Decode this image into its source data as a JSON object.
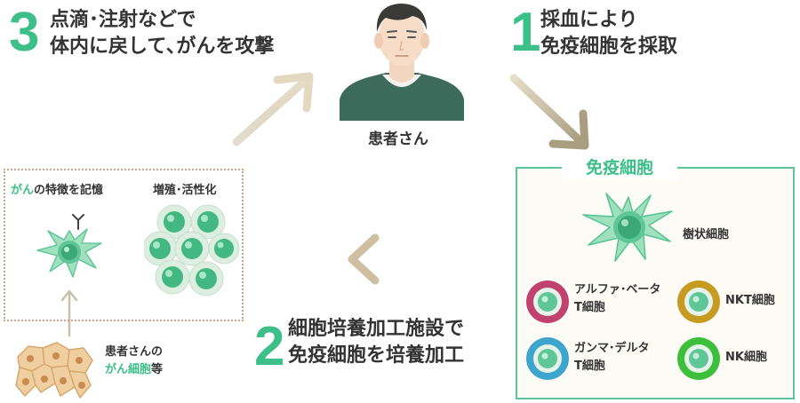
{
  "step1": {
    "num": "1",
    "line1": "採血により",
    "line2": "免疫細胞を採取"
  },
  "step2": {
    "num": "2",
    "line1": "細胞培養加工施設で",
    "line2": "免疫細胞を培養加工"
  },
  "step3": {
    "num": "3",
    "line1": "点滴･注射などで",
    "line2": "体内に戻して､がんを攻撃"
  },
  "patient": {
    "label": "患者さん"
  },
  "immune_panel": {
    "title": "免疫細胞",
    "dendritic": "樹状細胞",
    "alpha_beta": {
      "line1": "アルファ･ベータ",
      "line2": "T細胞"
    },
    "gamma_delta": {
      "line1": "ガンマ･デルタ",
      "line2": "T細胞"
    },
    "nkt": "NKT細胞",
    "nk": "NK細胞"
  },
  "left_panel": {
    "memory_prefix": "がん",
    "memory_rest": "の特徴を記憶",
    "proliferation": "増殖･活性化"
  },
  "cancer_cells": {
    "line1": "患者さんの",
    "line2_green": "がん細胞",
    "line2_rest": "等"
  },
  "colors": {
    "accent": "#3dbf8a",
    "alpha_beta_ring": "#c2426f",
    "gamma_delta_ring": "#3ea6cc",
    "nkt_ring": "#c79a22",
    "nk_ring": "#3cbf3a",
    "arrow": "#d9cdb6"
  }
}
